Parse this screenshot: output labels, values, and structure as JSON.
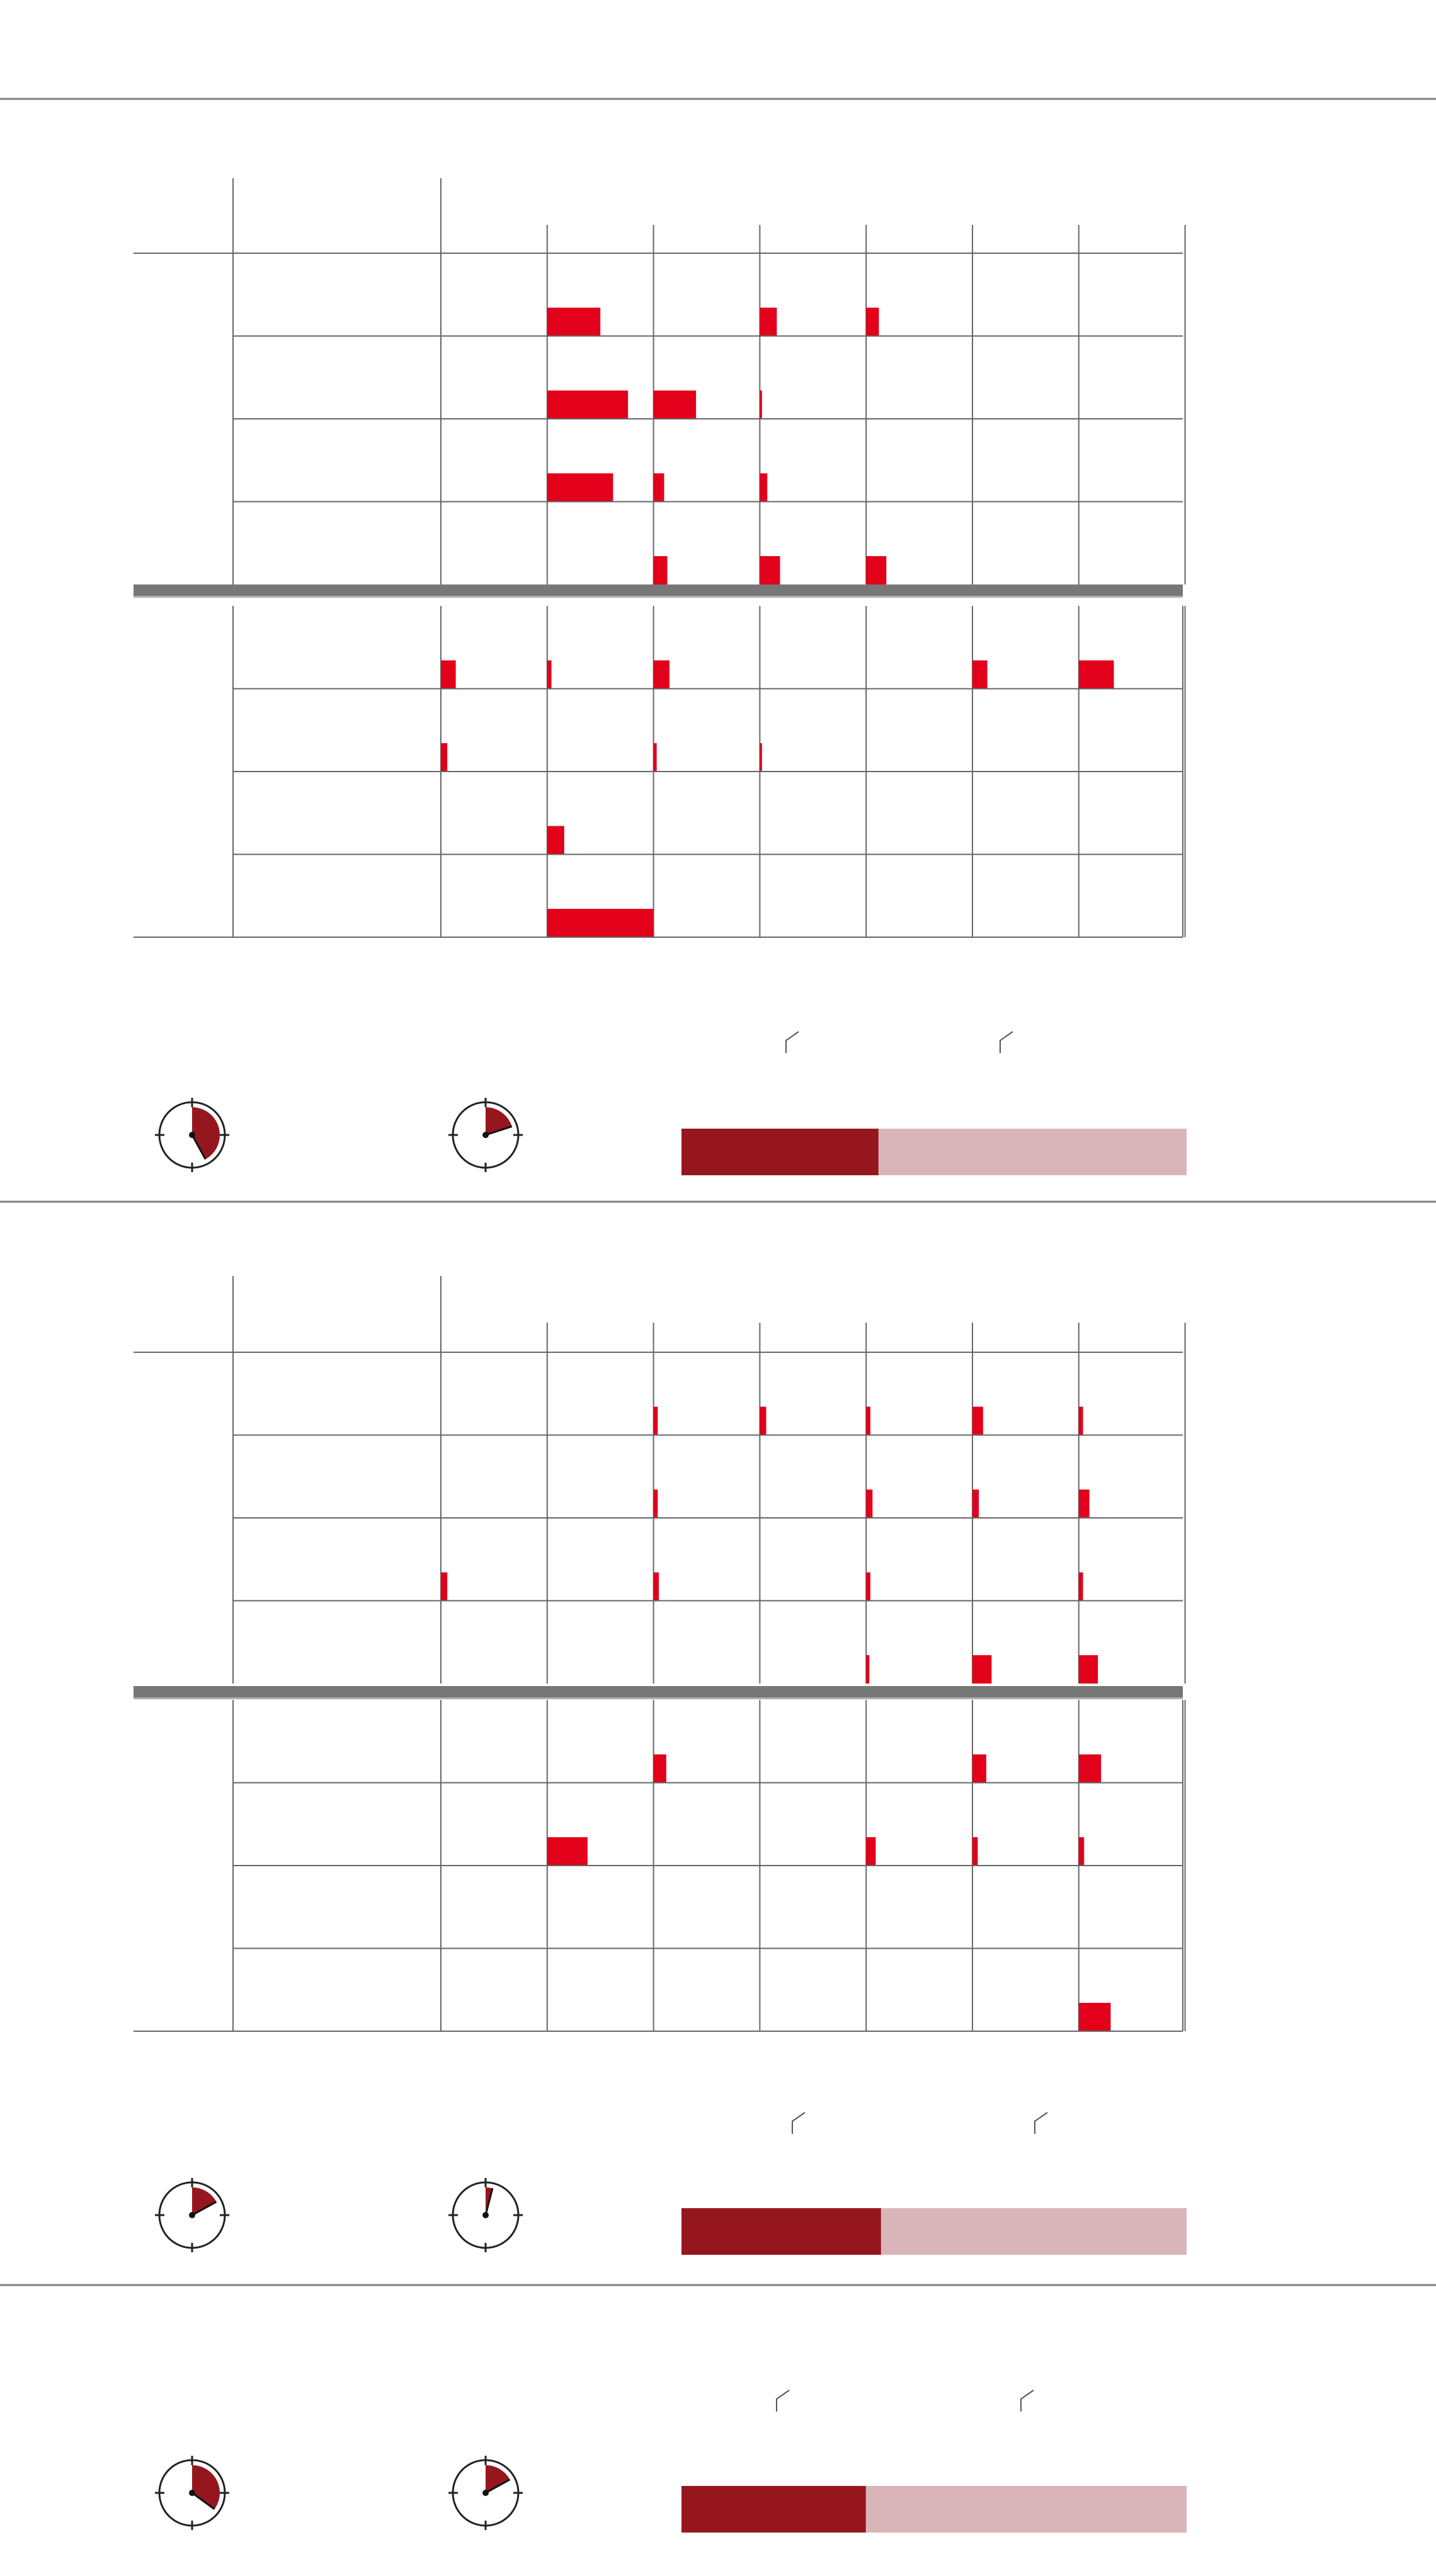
{
  "colors": {
    "bar": "#e2001a",
    "accent_dark": "#96161e",
    "accent_light": "#d9b5b9",
    "grid": "#666666",
    "rule": "#808080"
  },
  "chart_data": [
    {
      "type": "bar",
      "title": "",
      "columns": 7,
      "groups": [
        {
          "rows": [
            {
              "values": [
                0,
                0.5,
                0,
                0.16,
                0.12,
                0,
                0
              ]
            },
            {
              "values": [
                0,
                0.76,
                0.4,
                0.02,
                0,
                0,
                0
              ]
            },
            {
              "values": [
                0,
                0.62,
                0.1,
                0.07,
                0,
                0,
                0
              ]
            },
            {
              "values": [
                0,
                0,
                0.13,
                0.19,
                0.19,
                0,
                0
              ]
            }
          ]
        },
        {
          "rows": [
            {
              "values": [
                0.14,
                0.04,
                0.15,
                0,
                0,
                0.14,
                0.33
              ]
            },
            {
              "values": [
                0.06,
                0,
                0.03,
                0.02,
                0,
                0,
                0
              ]
            },
            {
              "values": [
                0,
                0.16,
                0,
                0,
                0,
                0,
                0
              ]
            },
            {
              "values": [
                0,
                1.0,
                0,
                0,
                0,
                0,
                0
              ]
            }
          ]
        }
      ]
    },
    {
      "type": "bar",
      "title": "",
      "columns": 7,
      "groups": [
        {
          "rows": [
            {
              "values": [
                0,
                0,
                0.04,
                0.06,
                0.04,
                0.1,
                0.04
              ]
            },
            {
              "values": [
                0,
                0,
                0.04,
                0,
                0.06,
                0.06,
                0.1
              ]
            },
            {
              "values": [
                0.06,
                0,
                0.05,
                0,
                0.04,
                0,
                0.04
              ]
            },
            {
              "values": [
                0,
                0,
                0,
                0,
                0.03,
                0.18,
                0.18
              ]
            }
          ]
        },
        {
          "rows": [
            {
              "values": [
                0,
                0,
                0.12,
                0,
                0,
                0.13,
                0.21
              ]
            },
            {
              "values": [
                0,
                0.38,
                0,
                0,
                0.09,
                0.05,
                0.05
              ]
            },
            {
              "values": [
                0,
                0,
                0,
                0,
                0,
                0,
                0
              ]
            },
            {
              "values": [
                0,
                0,
                0,
                0,
                0,
                0,
                0.3
              ]
            }
          ]
        }
      ]
    }
  ],
  "summaries": [
    {
      "clock1": 0.42,
      "clock2": 0.2,
      "bar_fraction": 0.39
    },
    {
      "clock1": 0.17,
      "clock2": 0.04,
      "bar_fraction": 0.395
    },
    {
      "clock1": 0.35,
      "clock2": 0.17,
      "bar_fraction": 0.365
    }
  ]
}
